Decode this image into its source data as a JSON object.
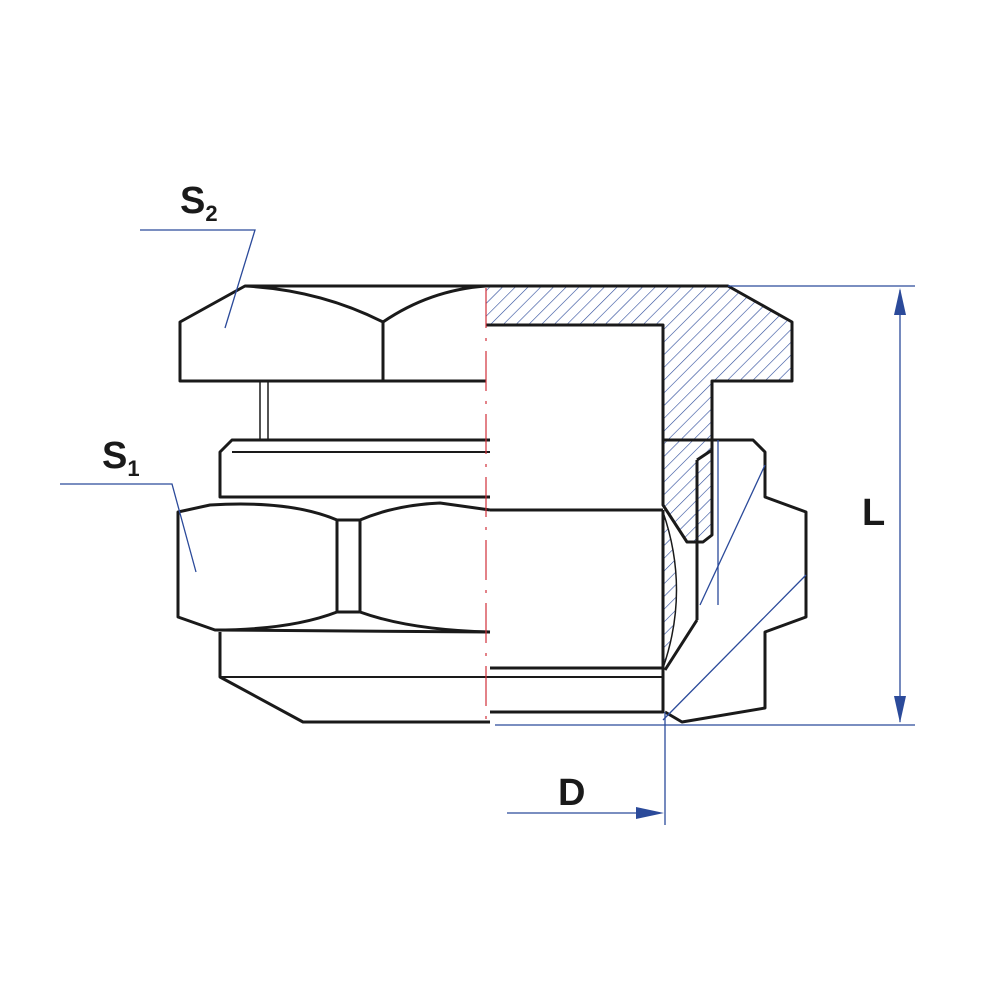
{
  "labels": {
    "s2": {
      "base": "S",
      "sub": "2"
    },
    "s1": {
      "base": "S",
      "sub": "1"
    },
    "length": "L",
    "diameter": "D"
  },
  "colors": {
    "outline": "#1a1a1a",
    "dimension": "#2b4a9a",
    "centerline": "#d0303a"
  }
}
